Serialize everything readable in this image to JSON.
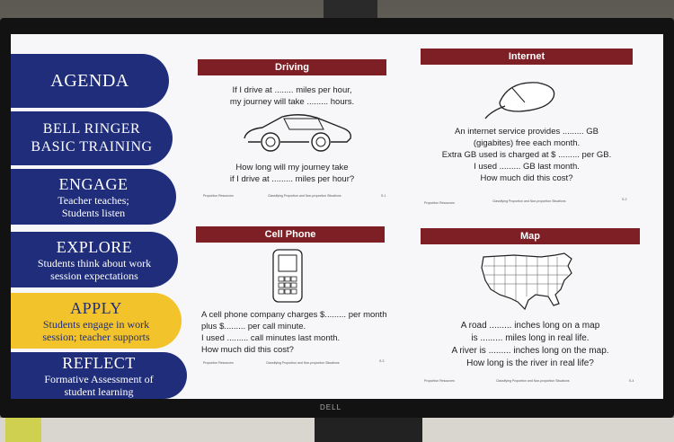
{
  "agenda": [
    {
      "title": "AGENDA",
      "sub": ""
    },
    {
      "title": "BELL RINGER\nBASIC TRAINING",
      "sub": ""
    },
    {
      "title": "ENGAGE",
      "sub": "Teacher teaches;\nStudents listen"
    },
    {
      "title": "EXPLORE",
      "sub": "Students think about work\nsession expectations"
    },
    {
      "title": "APPLY",
      "sub": "Students engage in work\nsession; teacher supports"
    },
    {
      "title": "REFLECT",
      "sub": "Formative Assessment of\nstudent learning"
    }
  ],
  "slides": {
    "driving": {
      "header": "Driving",
      "line1": "If I drive at ........ miles per hour,",
      "line2": "my journey will take ......... hours.",
      "line3": "How long will my journey take",
      "line4": "if I drive at ......... miles per hour?",
      "foot_left": "Proportion Resources",
      "foot_mid": "Classifying Proportion and Non-proportion Situations",
      "foot_right": "S-1"
    },
    "internet": {
      "header": "Internet",
      "line1": "An internet service provides ......... GB",
      "line2": "(gigabites) free each month.",
      "line3": "Extra GB used is charged at $ ......... per GB.",
      "line4": "I used ......... GB last month.",
      "line5": "How much did this cost?",
      "foot_left": "Proportion Resources",
      "foot_mid": "Classifying Proportion and Non-proportion Situations",
      "foot_right": "S-2"
    },
    "cell": {
      "header": "Cell Phone",
      "line1": "A cell phone company charges $......... per month",
      "line2": "plus $......... per call minute.",
      "line3": "I used ......... call minutes last month.",
      "line4": "How much did this cost?",
      "foot_left": "Proportion Resources",
      "foot_mid": "Classifying Proportion and Non-proportion Situations",
      "foot_right": "S-3"
    },
    "map": {
      "header": "Map",
      "line1": "A road ......... inches long on a map",
      "line2": "is ......... miles long in real life.",
      "line3": "A river is ......... inches long on the map.",
      "line4": "How long is the river in real life?",
      "foot_left": "Proportion Resources",
      "foot_mid": "Classifying Proportion and Non-proportion Situations",
      "foot_right": "S-4"
    }
  },
  "brand": "DELL",
  "colors": {
    "agenda_blue": "#1f2d7a",
    "apply_yellow": "#f2c32a",
    "header_red": "#7d1f24"
  },
  "icons": [
    "car-icon",
    "mouse-icon",
    "cell-phone-icon",
    "usa-map-icon"
  ]
}
